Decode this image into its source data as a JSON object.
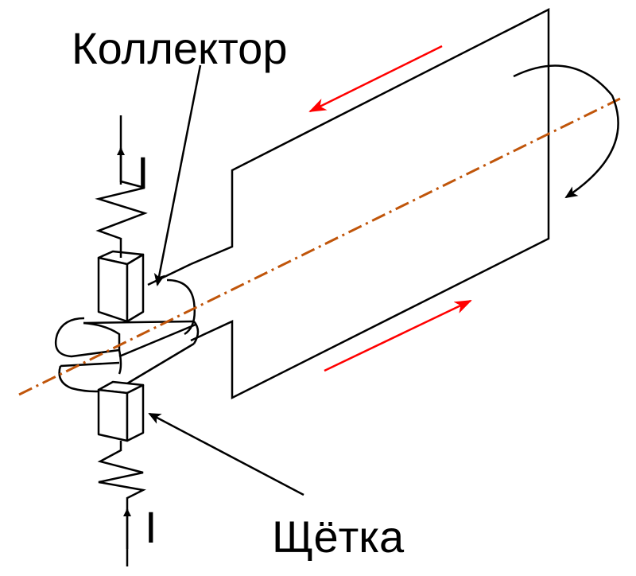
{
  "labels": {
    "commutator": "Коллектор",
    "brush": "Щётка",
    "current_top": "I",
    "current_bottom": "I"
  },
  "colors": {
    "line": "#000000",
    "current_arrow": "#ff0000",
    "axis": "#c0550a",
    "background": "#ffffff"
  },
  "icons": {
    "rotation": "curved-arrow-icon",
    "current_direction": "arrow-icon"
  }
}
